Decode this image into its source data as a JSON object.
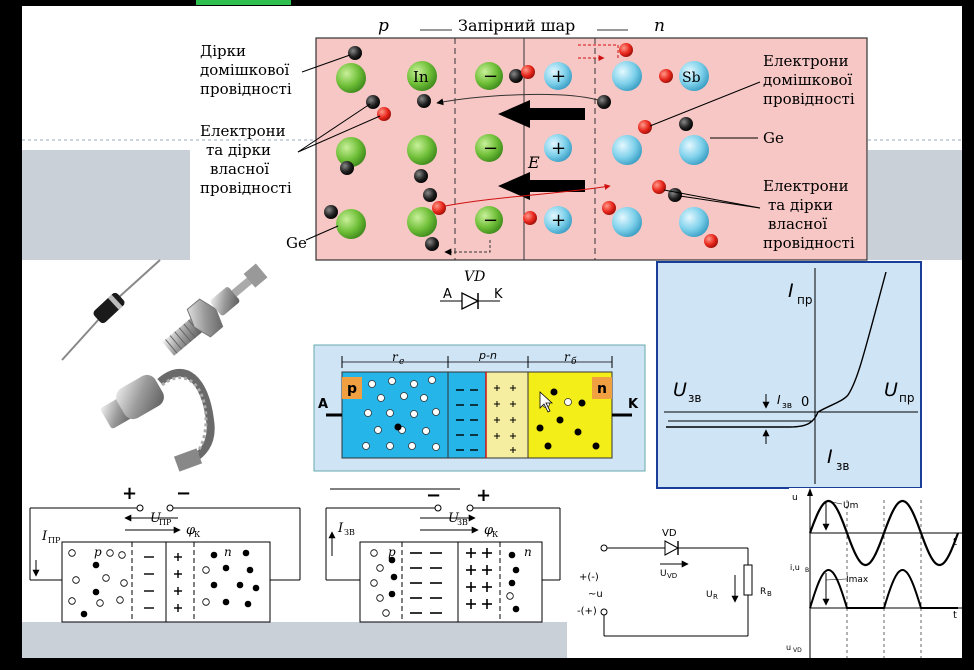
{
  "junction": {
    "p_label": "p",
    "layer_label": "Запірний шар",
    "n_label": "n",
    "in_label": "In",
    "sb_label": "Sb",
    "minus": "−",
    "plus": "+",
    "e_label": "E",
    "left_labels": {
      "holes_impurity": [
        "Дірки",
        "домішкової",
        "провідності"
      ],
      "electrons_holes_own": [
        "Електрони",
        "та дірки",
        "власної",
        "провідності"
      ],
      "ge": "Ge"
    },
    "right_labels": {
      "electrons_impurity": [
        "Електрони",
        "домішкової",
        "провідності"
      ],
      "ge": "Ge",
      "electrons_holes_own": [
        "Електрони",
        "та дірки",
        "власної",
        "провідності"
      ]
    }
  },
  "diode_symbol": {
    "name": "VD",
    "anode": "A",
    "cathode": "K"
  },
  "pn_block": {
    "r_left": "r",
    "r_left_sub": "e",
    "pn": "p-n",
    "r_right": "r",
    "r_right_sub": "б",
    "p": "p",
    "n": "n",
    "anode": "A",
    "cathode": "K"
  },
  "iv_curve": {
    "i_forward": "I",
    "i_forward_sub": "пр",
    "u_reverse": "U",
    "u_reverse_sub": "зв",
    "u_forward": "U",
    "u_forward_sub": "пр",
    "i_zero": "I",
    "i_zero_sub": "зв",
    "zero": "0",
    "i_reverse": "I",
    "i_reverse_sub": "зв"
  },
  "forward_bias": {
    "plus": "+",
    "minus": "−",
    "i_label": "I",
    "i_sub": "ПР",
    "u_label": "U",
    "u_sub": "ПР",
    "phi": "φ",
    "phi_sub": "К",
    "p": "p",
    "n": "n"
  },
  "reverse_bias": {
    "minus": "−",
    "plus": "+",
    "i_label": "I",
    "i_sub": "ЗВ",
    "u_label": "U",
    "u_sub": "ЗВ",
    "phi": "φ",
    "phi_sub": "К",
    "p": "p",
    "n": "n"
  },
  "rectifier": {
    "vd": "VD",
    "uvd": "U",
    "uvd_sub": "VD",
    "top_terminal": "+(-)",
    "source": "~u",
    "bottom_terminal": "-(+)",
    "ur": "U",
    "ur_sub": "R",
    "rb": "R",
    "rb_sub": "B"
  },
  "waveforms": {
    "u": "u",
    "um": "Um",
    "t1": "t",
    "i_ub": "i,u",
    "i_ub_sub": "B",
    "imax": "Imax",
    "t2": "t",
    "u_vd": "u",
    "u_vd_sub": "VD"
  },
  "colors": {
    "junction_bg": "#f6c7c4",
    "p_atom": "#7dc243",
    "n_atom": "#7fd3ea",
    "electron": "#222222",
    "hole": "#e8261c",
    "p_region": "#26b5e8",
    "n_region": "#f4ee18",
    "iv_bg": "#cfe4f5"
  }
}
